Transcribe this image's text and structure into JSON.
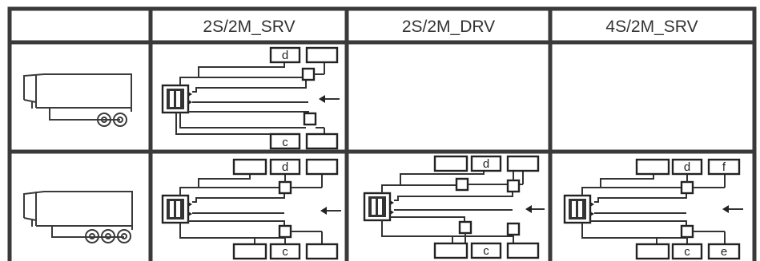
{
  "columns": [
    "2S/2M_SRV",
    "2S/2M_DRV",
    "4S/2M_SRV"
  ],
  "rows": [
    {
      "vehicle_axles": 2,
      "cells": [
        {
          "labels": [
            "d",
            "c"
          ]
        },
        null,
        null
      ]
    },
    {
      "vehicle_axles": 3,
      "cells": [
        {
          "labels": [
            "d",
            "c"
          ]
        },
        {
          "labels": [
            "d",
            "c"
          ]
        },
        {
          "labels": [
            "d",
            "f",
            "c",
            "e"
          ]
        }
      ]
    }
  ],
  "colors": {
    "grid": "#3a3a3a",
    "line": "#222222",
    "fill": "#ffffff"
  },
  "icons": [
    "semi-trailer-icon",
    "ecu-modulator-icon",
    "sensor-icon",
    "travel-direction-arrow-icon"
  ]
}
